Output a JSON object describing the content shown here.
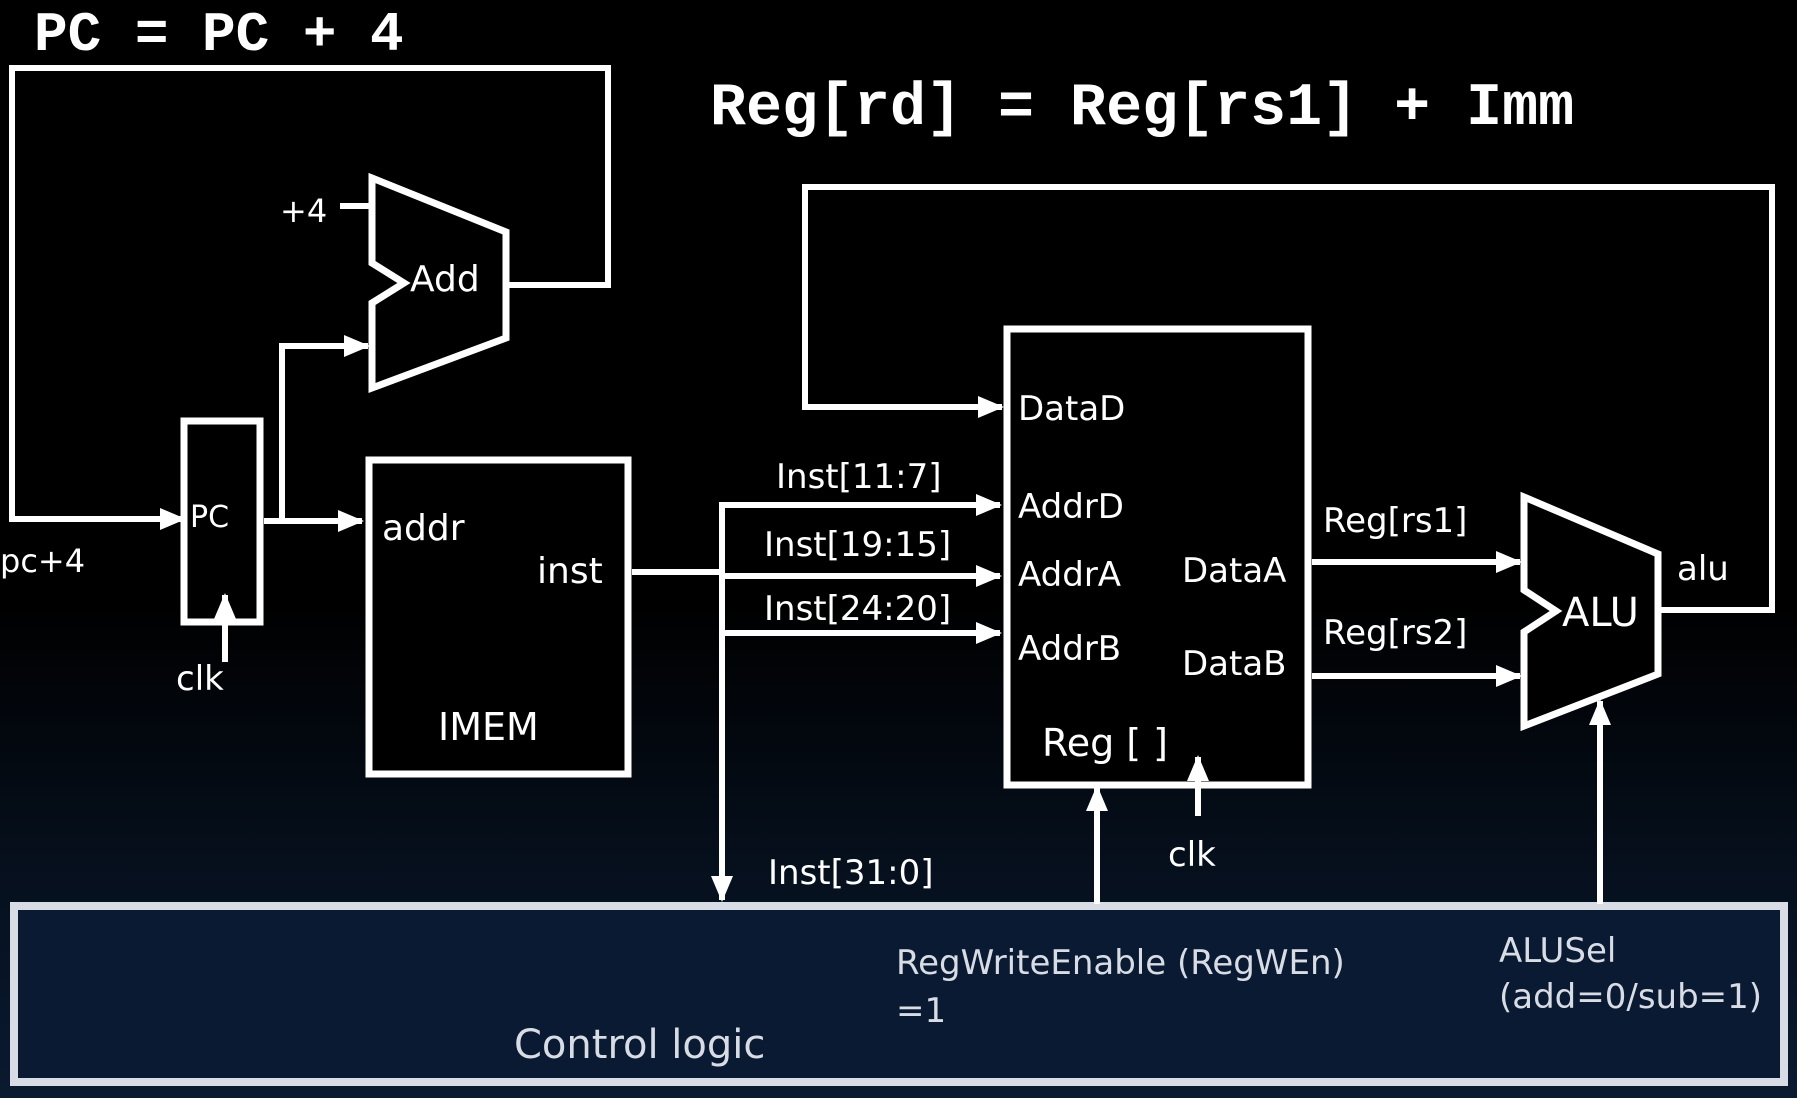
{
  "equations": {
    "pc_update": "PC = PC + 4",
    "reg_update": "Reg[rd] = Reg[rs1] + Imm"
  },
  "pc_path": {
    "const_label": "+4",
    "adder_label": "Add",
    "pc_label": "PC",
    "pc_input_label": "pc+4",
    "clk_label": "clk"
  },
  "imem": {
    "addr_label": "addr",
    "inst_label": "inst",
    "name": "IMEM"
  },
  "fields": {
    "rd": "Inst[11:7]",
    "rs1": "Inst[19:15]",
    "rs2": "Inst[24:20]",
    "full": "Inst[31:0]"
  },
  "regfile": {
    "data_d": "DataD",
    "addr_d": "AddrD",
    "addr_a": "AddrA",
    "addr_b": "AddrB",
    "data_a": "DataA",
    "data_b": "DataB",
    "name": "Reg [ ]",
    "clk_label": "clk"
  },
  "alu": {
    "in_a": "Reg[rs1]",
    "in_b": "Reg[rs2]",
    "name": "ALU",
    "out_label": "alu"
  },
  "control": {
    "name": "Control logic",
    "regwen_line1": "RegWriteEnable (RegWEn)",
    "regwen_line2": "=1",
    "alusel_line1": "ALUSel",
    "alusel_line2": "(add=0/sub=1)"
  }
}
